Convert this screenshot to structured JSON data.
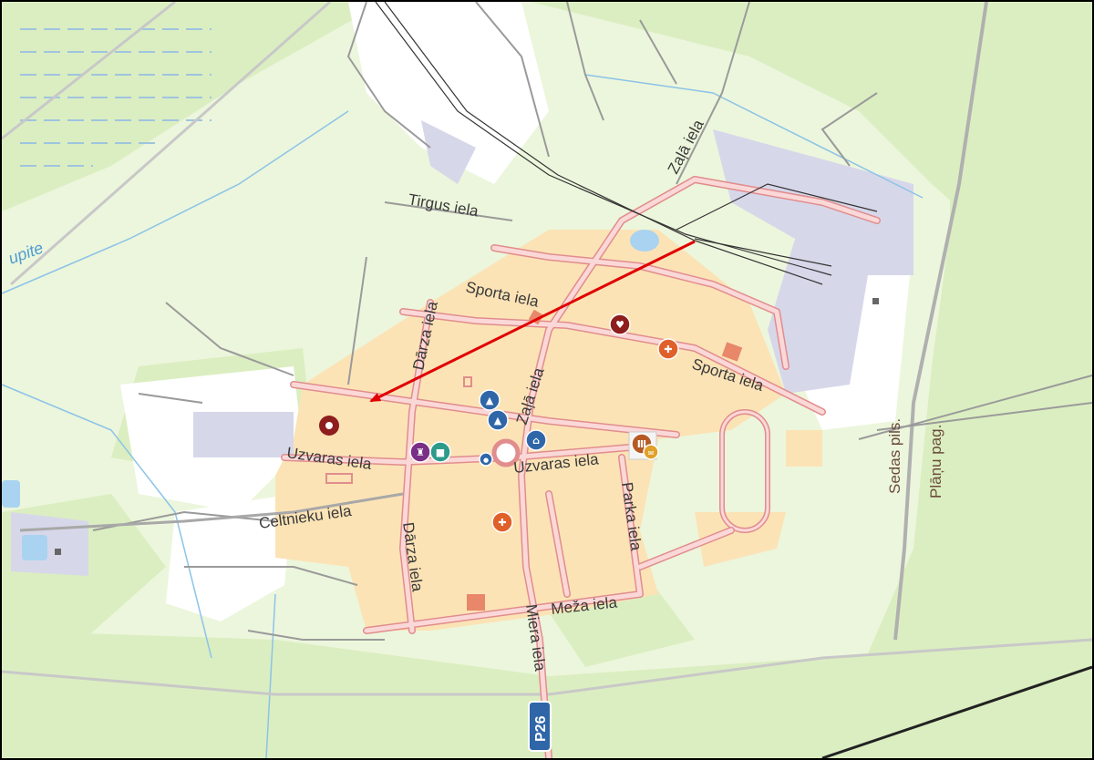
{
  "map": {
    "colors": {
      "land": "#ecf6dc",
      "forest": "#dbeec1",
      "residential": "#fbe3b6",
      "industrial": "#d7d7ea",
      "road_fill": "#fbd8d8",
      "road_edge": "#e18d8d",
      "minor_road": "#9a9a9a",
      "water": "#a9d3f0",
      "admin_line": "#b0b0b0",
      "rail": "#333333",
      "arrow": "#e00000"
    },
    "streets": {
      "tirgus": "Tirgus iela",
      "sporta_top": "Sporta iela",
      "sporta_right": "Sporta iela",
      "zala_top": "Zaļā iela",
      "zala_center": "Zaļā iela",
      "darza_top": "Dārza iela",
      "darza_bottom": "Dārza iela",
      "uzvaras_left": "Uzvaras iela",
      "uzvaras_right": "Uzvaras iela",
      "celtnieku": "Celtnieku iela",
      "parka": "Parka iela",
      "meza": "Meža iela",
      "miera": "Miera iela"
    },
    "water_label": "upite",
    "admin": {
      "left": "Sedas pils.",
      "right": "Plāņu pag."
    },
    "road_shield": "P26",
    "pois": [
      {
        "name": "health-icon",
        "color": "#8e1d1d",
        "glyph": "♥"
      },
      {
        "name": "pharmacy-icon-north",
        "color": "#e0602a",
        "glyph": "✚"
      },
      {
        "name": "school-icon-1",
        "color": "#2f66a8",
        "glyph": "▲"
      },
      {
        "name": "school-icon-2",
        "color": "#2f66a8",
        "glyph": "▲"
      },
      {
        "name": "bank-icon",
        "color": "#2f66a8",
        "glyph": "⌂"
      },
      {
        "name": "church-icon",
        "color": "#7a2f86",
        "glyph": "♜"
      },
      {
        "name": "shop-icon",
        "color": "#2d9a8a",
        "glyph": "■"
      },
      {
        "name": "bus-stop-icon",
        "color": "#2f66a8",
        "glyph": "●"
      },
      {
        "name": "museum-icon",
        "color": "#b55a25",
        "glyph": "Ⅲ"
      },
      {
        "name": "post-icon",
        "color": "#e0a02a",
        "glyph": "✉"
      },
      {
        "name": "pharmacy-icon-south",
        "color": "#e0602a",
        "glyph": "✚"
      },
      {
        "name": "location-marker",
        "color": "#8e1d1d",
        "glyph": ""
      }
    ]
  }
}
